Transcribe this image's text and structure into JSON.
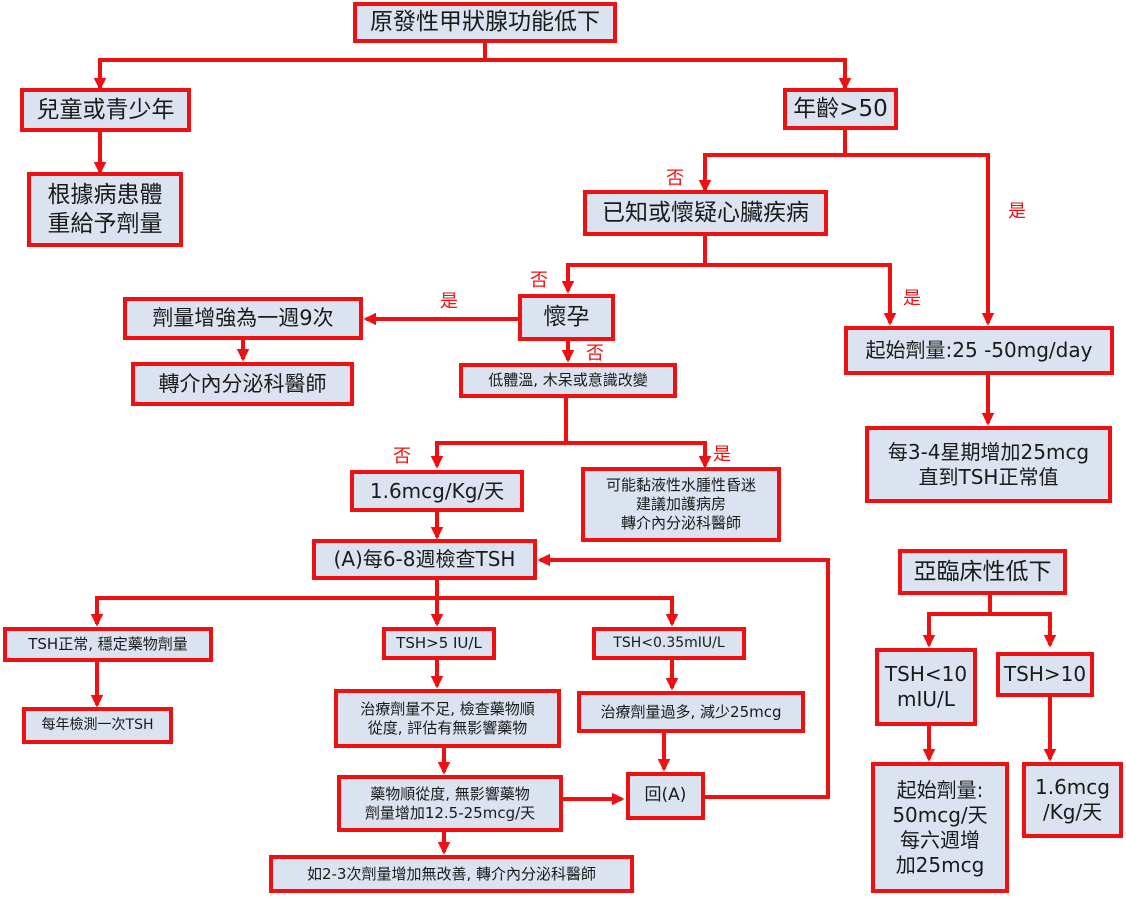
{
  "colors": {
    "border": "#ee1111",
    "fill": "#dce3f0",
    "connector": "#ee1111",
    "text": "#1a1a1a"
  },
  "nodes": {
    "root": "原發性甲狀腺功能低下",
    "child": "兒童或青少年",
    "child_dose": "根據病患體\n重給予劑量",
    "age": "年齡>50",
    "heart": "已知或懷疑心臟疾病",
    "pregnant": "懷孕",
    "preg_dose": "劑量增強為一週9次",
    "preg_refer": "轉介內分泌科醫師",
    "hypothermia": "低體溫, 木呆或意識改變",
    "myxedema": "可能黏液性水腫性昏迷\n建議加護病房\n轉介內分泌科醫師",
    "weight_dose": "1.6mcg/Kg/天",
    "check_tsh": "(A)每6-8週檢查TSH",
    "tsh_normal": "TSH正常, 穩定藥物劑量",
    "yearly": "每年檢測一次TSH",
    "tsh_high": "TSH>5 IU/L",
    "insufficient": "治療劑量不足, 檢查藥物順\n從度, 評估有無影響藥物",
    "compliance": "藥物順從度, 無影響藥物\n劑量增加12.5-25mcg/天",
    "refer_after": "如2-3次劑量增加無改善, 轉介內分泌科醫師",
    "tsh_low": "TSH<0.35mIU/L",
    "excess": "治療劑量過多, 減少25mcg",
    "return_a": "回(A)",
    "start_dose": "起始劑量:25 -50mg/day",
    "increase": "每3-4星期增加25mcg\n直到TSH正常值",
    "subclinical": "亞臨床性低下",
    "tsh_lt10": "TSH<10\nmIU/L",
    "tsh_gt10": "TSH>10",
    "sub_start": "起始劑量:\n50mcg/天\n每六週增\n加25mcg",
    "sub_weight": "1.6mcg\n/Kg/天"
  },
  "labels": {
    "age_no": "否",
    "age_yes": "是",
    "heart_no": "否",
    "heart_yes": "是",
    "preg_yes": "是",
    "preg_no": "否",
    "hypo_no": "否",
    "hypo_yes": "是"
  }
}
